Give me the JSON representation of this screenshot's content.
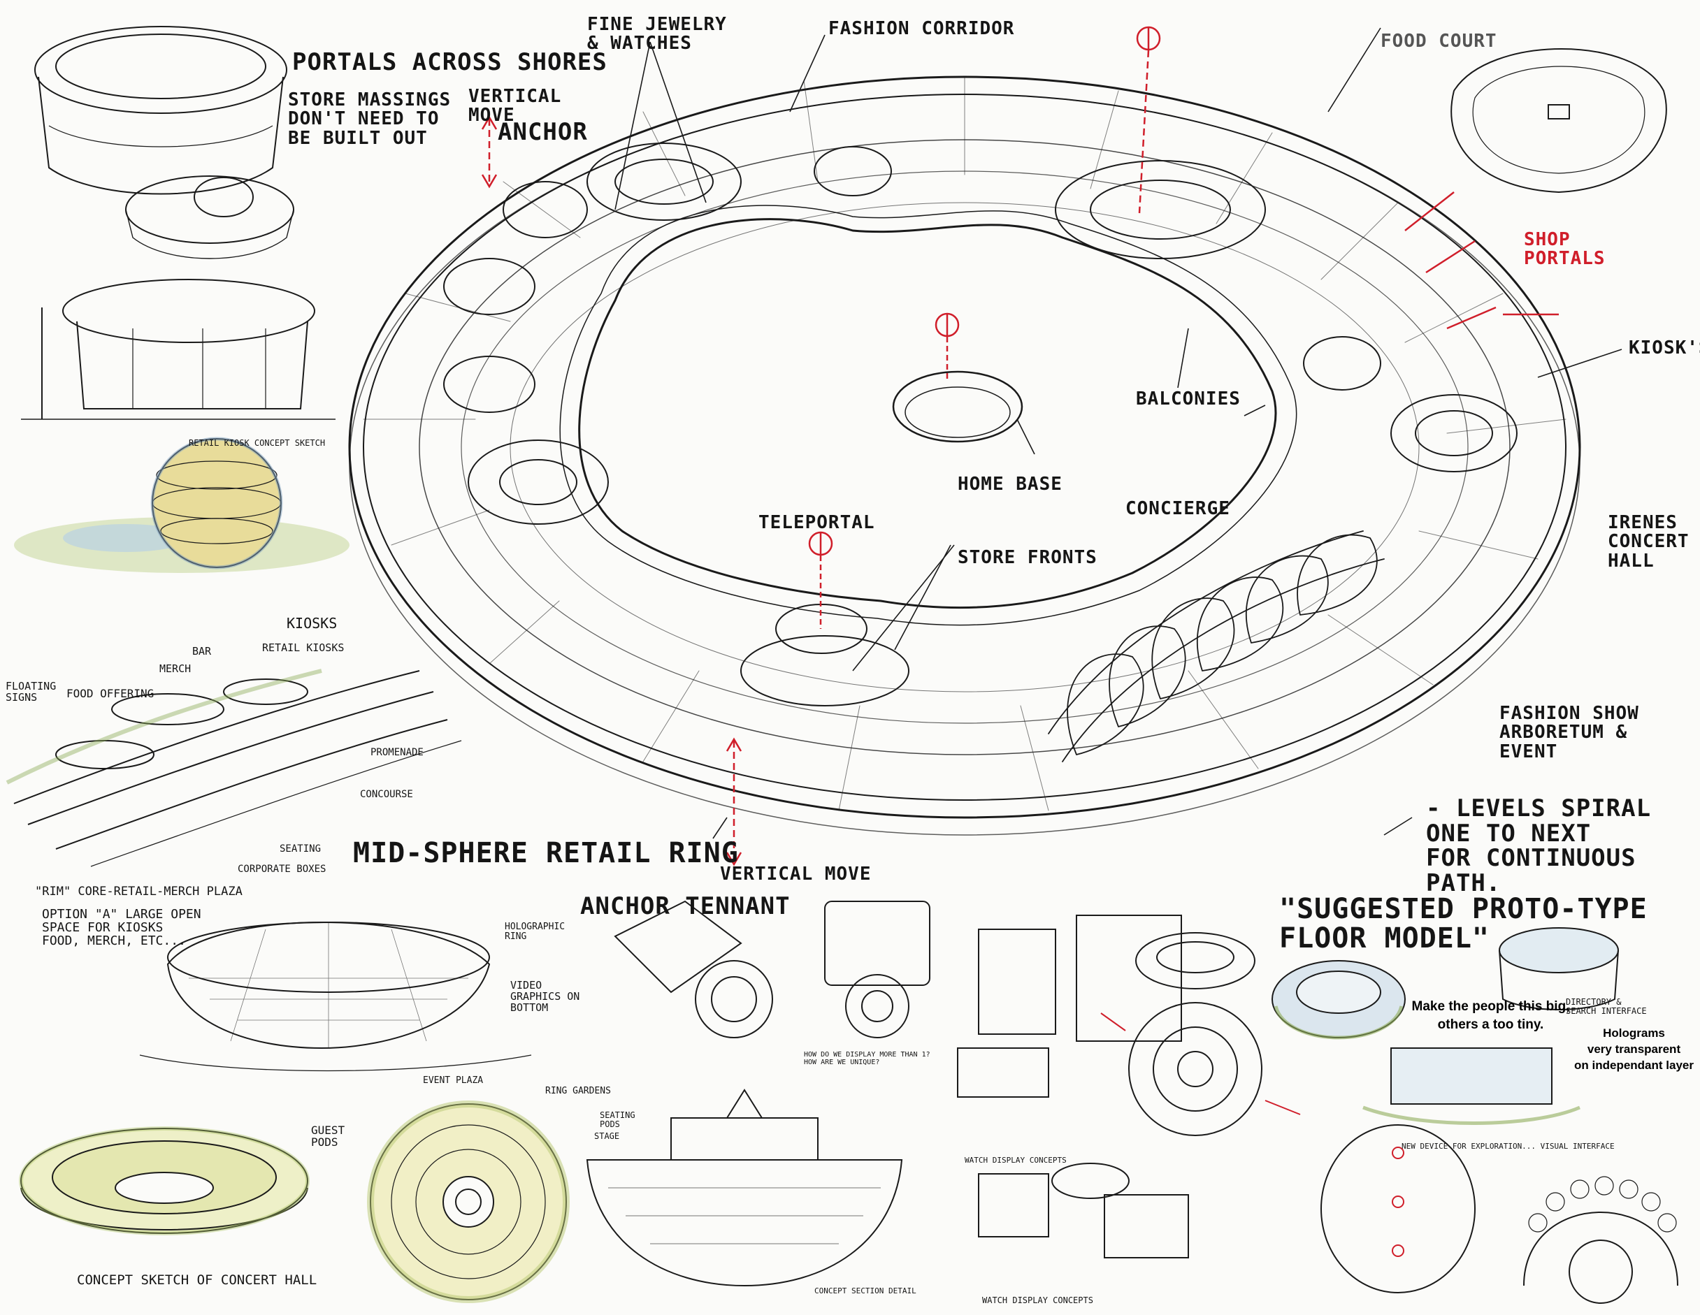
{
  "labels": {
    "portals_across_shores": "PORTALS ACROSS SHORES",
    "store_massings": "STORE MASSINGS\nDON'T NEED TO\nBE BUILT OUT",
    "vertical_move_top": "VERTICAL\nMOVE",
    "anchor": "ANCHOR",
    "fine_jewelry": "FINE JEWELRY\n& WATCHES",
    "fashion_corridor": "FASHION CORRIDOR",
    "food_court": "FOOD COURT",
    "shop_portals": "SHOP\nPORTALS",
    "kiosks_right": "KIOSK'S",
    "balconies": "BALCONIES",
    "home_base": "HOME BASE",
    "concierge": "CONCIERGE",
    "irenes_concert_hall": "IRENES\nCONCERT\nHALL",
    "teleportal": "TELEPORTAL",
    "store_fronts": "STORE FRONTS",
    "fashion_show": "FASHION SHOW\nARBORETUM &\nEVENT",
    "levels_spiral": "- LEVELS SPIRAL\nONE TO NEXT\nFOR CONTINUOUS\nPATH.",
    "vertical_move_bottom": "VERTICAL MOVE",
    "mid_sphere_retail_ring": "MID-SPHERE RETAIL RING",
    "anchor_tennant": "ANCHOR TENNANT",
    "suggested_prototype": "\"SUGGESTED PROTO-TYPE\nFLOOR MODEL\"",
    "rim_plaza": "\"RIM\" CORE-RETAIL-MERCH PLAZA",
    "option_a": "OPTION \"A\" LARGE OPEN\nSPACE FOR KIOSKS\nFOOD, MERCH, ETC...",
    "kiosks_left": "KIOSKS",
    "floating_signs": "FLOATING\nSIGNS",
    "food_offering": "FOOD OFFERING",
    "merch": "MERCH",
    "bar": "BAR",
    "retail_kiosks": "RETAIL KIOSKS",
    "promenade": "PROMENADE",
    "concourse": "CONCOURSE",
    "seating": "SEATING",
    "corporate_boxes": "CORPORATE BOXES",
    "holographic_ring": "HOLOGRAPHIC\nRING",
    "video_graphics": "VIDEO\nGRAPHICS ON\nBOTTOM",
    "event_plaza": "EVENT PLAZA",
    "ring_gardens": "RING GARDENS",
    "guest_pods": "GUEST\nPODS",
    "concept_sketch_concert_hall": "CONCEPT SKETCH OF CONCERT HALL",
    "retail_kiosk_concept": "RETAIL KIOSK CONCEPT SKETCH",
    "seating_pods": "SEATING\nPODS",
    "stage": "STAGE",
    "concept_section": "CONCEPT SECTION DETAIL",
    "watch_display_concepts": "WATCH DISPLAY CONCEPTS",
    "watch_display_concepts_2": "WATCH DISPLAY CONCEPTS",
    "new_device": "NEW DEVICE FOR EXPLORATION... VISUAL INTERFACE",
    "directory": "DIRECTORY &\nSEARCH INTERFACE",
    "how_do_we_display": "HOW DO WE DISPLAY MORE THAN 1?\nHOW ARE WE UNIQUE?"
  },
  "notes": {
    "people_size": "Make the people this big,\nothers a too tiny.",
    "holograms": "Holograms\nvery transparent\non independant layer"
  },
  "colors": {
    "ink": "#151515",
    "red_markup": "#d01e2a",
    "paper": "#fbfbf9",
    "yellow_wash": "#e6d67a",
    "green_wash": "#8fae5a",
    "blue_wash": "#a9c4d8"
  }
}
